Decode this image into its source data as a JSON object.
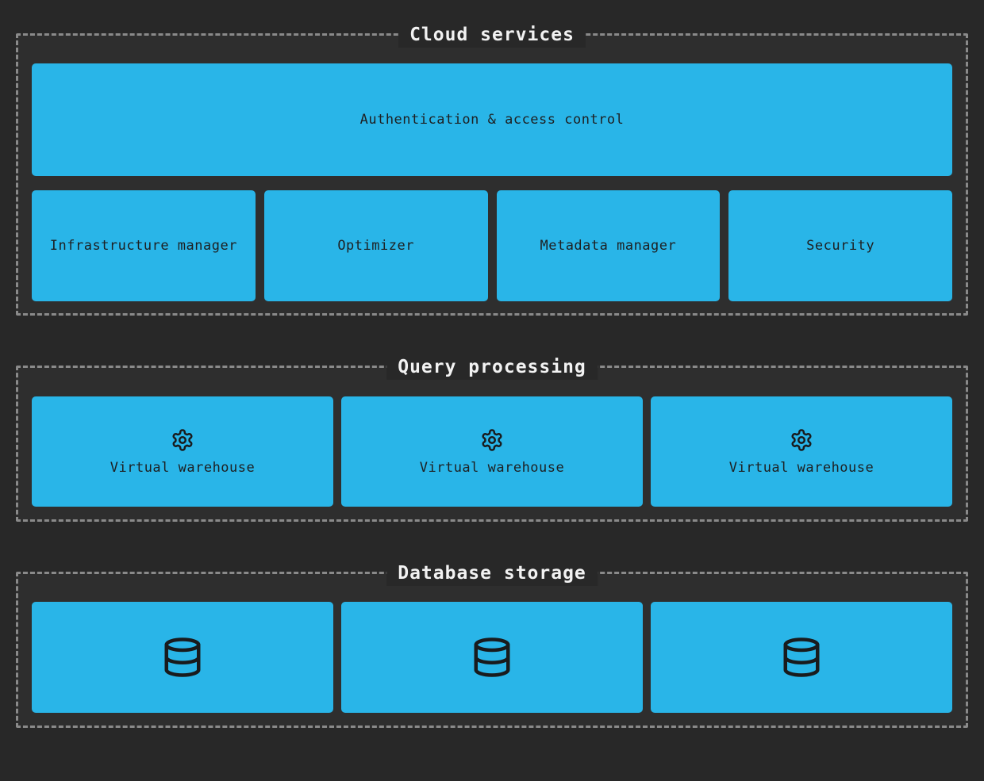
{
  "colors": {
    "page_bg": "#282828",
    "section_bg": "#2e2e2e",
    "box_bg": "#29b5e8",
    "box_text": "#1e2022",
    "title_text": "#f2f2f2",
    "border_color": "#8a8a8a"
  },
  "sections": {
    "cloud_services": {
      "title": "Cloud services",
      "auth_box_label": "Authentication & access control",
      "boxes": [
        "Infrastructure manager",
        "Optimizer",
        "Metadata manager",
        "Security"
      ]
    },
    "query_processing": {
      "title": "Query processing",
      "warehouses": [
        {
          "icon": "gear-icon",
          "label": "Virtual warehouse"
        },
        {
          "icon": "gear-icon",
          "label": "Virtual warehouse"
        },
        {
          "icon": "gear-icon",
          "label": "Virtual warehouse"
        }
      ]
    },
    "database_storage": {
      "title": "Database storage",
      "databases": [
        {
          "icon": "database-icon"
        },
        {
          "icon": "database-icon"
        },
        {
          "icon": "database-icon"
        }
      ]
    }
  }
}
